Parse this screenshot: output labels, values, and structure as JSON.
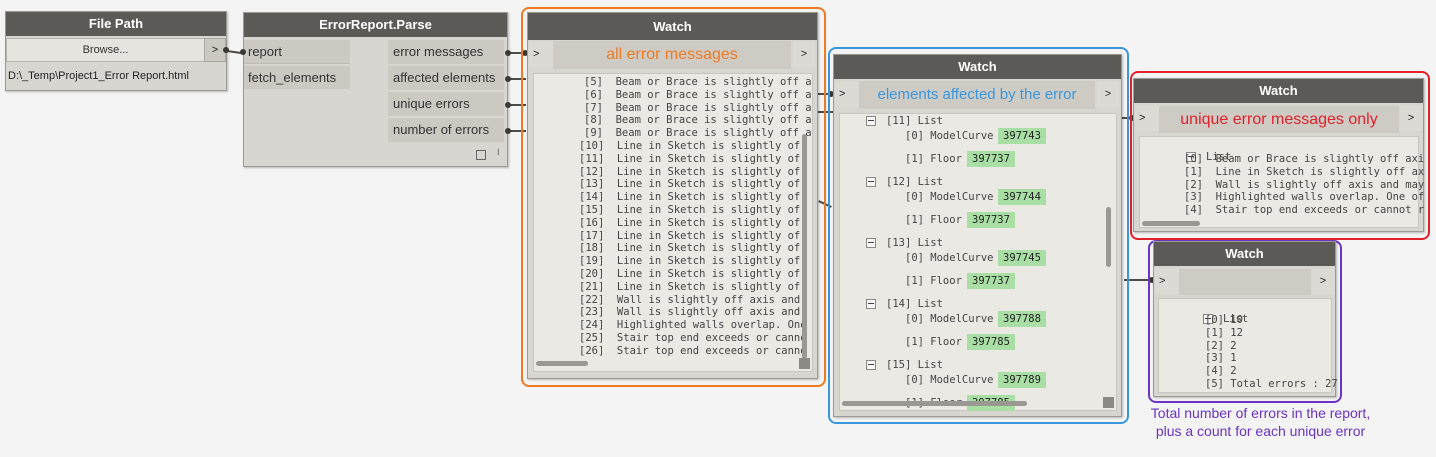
{
  "file_path_node": {
    "title": "File Path",
    "browse_label": "Browse...",
    "output_port": ">",
    "path_value": "D:\\_Temp\\Project1_Error Report.html"
  },
  "parse_node": {
    "title": "ErrorReport.Parse",
    "inputs": [
      "report",
      "fetch_elements"
    ],
    "outputs": [
      "error messages",
      "affected elements",
      "unique errors",
      "number of errors"
    ],
    "footer_glyph": "I"
  },
  "watch1": {
    "title": "Watch",
    "annotation": "all error messages",
    "in_port": ">",
    "out_port": ">",
    "lines": [
      "[5]  Beam or Brace is slightly off a",
      "[6]  Beam or Brace is slightly off a",
      "[7]  Beam or Brace is slightly off a",
      "[8]  Beam or Brace is slightly off a",
      "[9]  Beam or Brace is slightly off a",
      "[10]  Line in Sketch is slightly of",
      "[11]  Line in Sketch is slightly of",
      "[12]  Line in Sketch is slightly of",
      "[13]  Line in Sketch is slightly of",
      "[14]  Line in Sketch is slightly of",
      "[15]  Line in Sketch is slightly of",
      "[16]  Line in Sketch is slightly of",
      "[17]  Line in Sketch is slightly of",
      "[18]  Line in Sketch is slightly of",
      "[19]  Line in Sketch is slightly of",
      "[20]  Line in Sketch is slightly of",
      "[21]  Line in Sketch is slightly of",
      "[22]  Wall is slightly off axis and",
      "[23]  Wall is slightly off axis and",
      "[24]  Highlighted walls overlap. One",
      "[25]  Stair top end exceeds or canno",
      "[26]  Stair top end exceeds or canno"
    ]
  },
  "watch2": {
    "title": "Watch",
    "annotation": "elements affected by the error",
    "in_port": ">",
    "out_port": ">",
    "groups": [
      {
        "label": "[11] List",
        "items": [
          {
            "key": "[0] ModelCurve",
            "val": "397743"
          },
          {
            "key": "[1] Floor",
            "val": "397737"
          }
        ]
      },
      {
        "label": "[12] List",
        "items": [
          {
            "key": "[0] ModelCurve",
            "val": "397744"
          },
          {
            "key": "[1] Floor",
            "val": "397737"
          }
        ]
      },
      {
        "label": "[13] List",
        "items": [
          {
            "key": "[0] ModelCurve",
            "val": "397745"
          },
          {
            "key": "[1] Floor",
            "val": "397737"
          }
        ]
      },
      {
        "label": "[14] List",
        "items": [
          {
            "key": "[0] ModelCurve",
            "val": "397788"
          },
          {
            "key": "[1] Floor",
            "val": "397785"
          }
        ]
      },
      {
        "label": "[15] List",
        "items": [
          {
            "key": "[0] ModelCurve",
            "val": "397789"
          },
          {
            "key": "[1] Floor",
            "val": "397785"
          }
        ]
      }
    ]
  },
  "watch3": {
    "title": "Watch",
    "annotation": "unique error messages only",
    "in_port": ">",
    "out_port": ">",
    "list_label": "List",
    "items": [
      "[0]  Beam or Brace is slightly off axi",
      "[1]  Line in Sketch is slightly off ax",
      "[2]  Wall is slightly off axis and may",
      "[3]  Highlighted walls overlap. One of",
      "[4]  Stair top end exceeds or cannot r"
    ]
  },
  "watch4": {
    "title": "Watch",
    "in_port": ">",
    "out_port": ">",
    "list_label": "List",
    "items": [
      "[0] 10",
      "[1] 12",
      "[2] 2",
      "[3] 1",
      "[4] 2",
      "[5] Total errors : 27"
    ]
  },
  "note": {
    "line1": "Total number of errors in the report,",
    "line2": "plus a count for each unique error"
  },
  "colors": {
    "orange": "#ef7a22",
    "blue": "#3a97dc",
    "red": "#e0202a",
    "purple": "#6a34c7",
    "value_green": "#a9dea4"
  }
}
